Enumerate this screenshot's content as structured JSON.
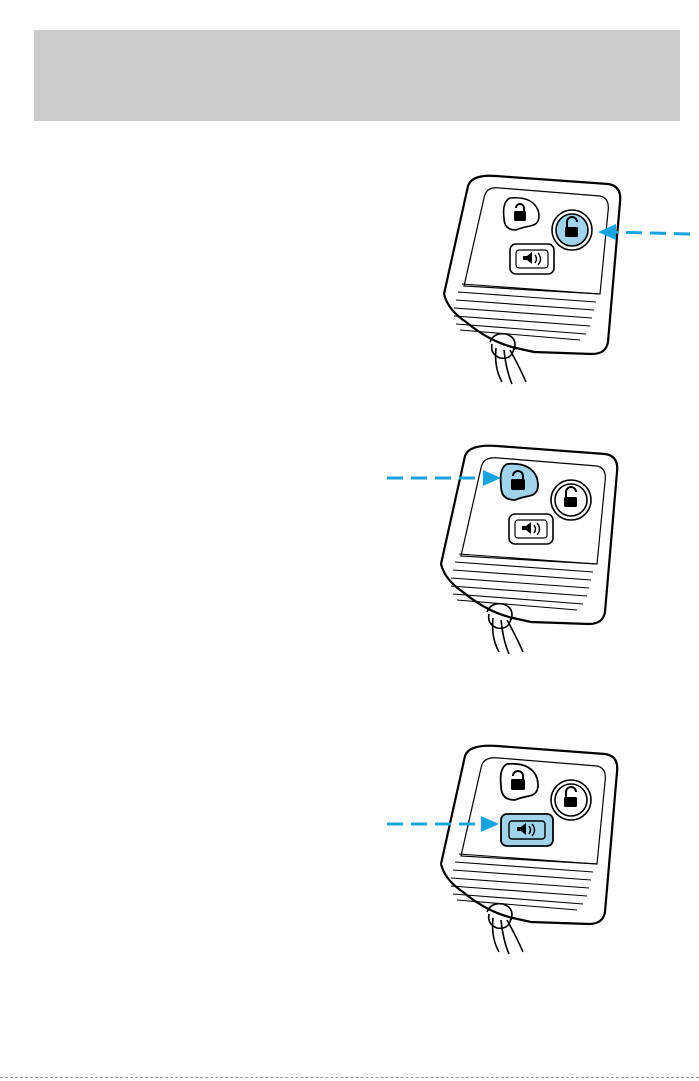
{
  "page": {
    "header_band_color": "#cccccc"
  },
  "colors": {
    "highlight": "#9fd4ea",
    "arrow": "#18a3de",
    "line": "#000000",
    "fob_fill": "#ffffff"
  },
  "figures": [
    {
      "name": "remote-fob-unlock",
      "highlighted_button": "unlock",
      "arrow_direction": "left",
      "icons": [
        "lock-icon",
        "unlock-icon",
        "panic-icon"
      ]
    },
    {
      "name": "remote-fob-lock",
      "highlighted_button": "lock",
      "arrow_direction": "right",
      "icons": [
        "lock-icon",
        "unlock-icon",
        "panic-icon"
      ]
    },
    {
      "name": "remote-fob-panic",
      "highlighted_button": "panic",
      "arrow_direction": "right",
      "icons": [
        "lock-icon",
        "unlock-icon",
        "panic-icon"
      ]
    }
  ]
}
